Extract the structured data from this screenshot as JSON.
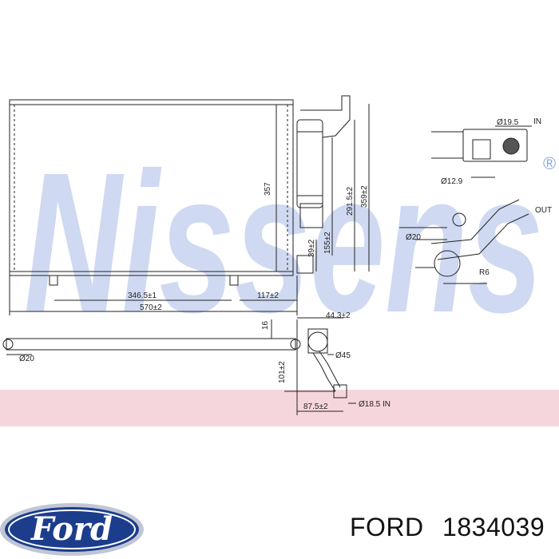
{
  "watermark": {
    "brand": "Nissens",
    "registered_mark": "®"
  },
  "drawing": {
    "dimensions": {
      "core_height": "357",
      "width_fitting": "346.5±1",
      "right_offset": "117±2",
      "total_width": "570±2",
      "height_291": "291.5±2",
      "height_359": "359±2",
      "height_155": "155±2",
      "height_39": "39±2",
      "top_16": "16",
      "dia_20": "Ø20",
      "dia_45": "Ø45",
      "offset_44": "44.3±2",
      "height_101": "101±2",
      "width_87": "87.5±2",
      "inlet_dia": "Ø18.5 IN",
      "in_label": "IN",
      "out_label": "OUT",
      "in_detail_dia": "Ø12.9",
      "in_detail_dia2": "Ø19.5",
      "out_detail_dia": "Ø20",
      "out_r": "R6"
    }
  },
  "brand": {
    "logo_text": "Ford",
    "logo_color": "#1c3d8c"
  },
  "caption": {
    "maker": "FORD",
    "part_number": "1834039"
  }
}
